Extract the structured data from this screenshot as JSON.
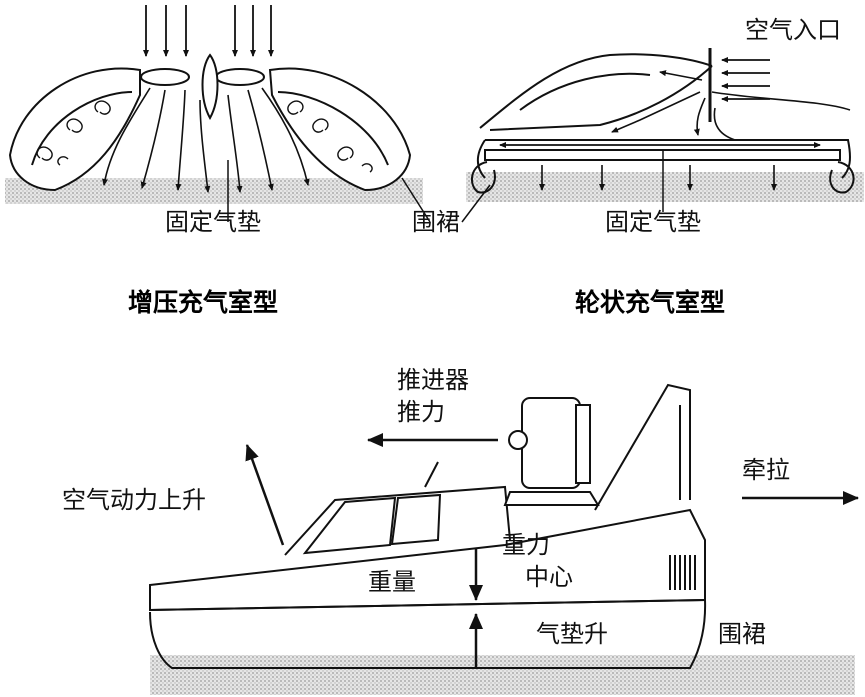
{
  "top_left": {
    "label_cushion": "固定气垫",
    "title": "增压充气室型"
  },
  "top_middle": {
    "label_skirt": "围裙"
  },
  "top_right": {
    "label_air_inlet": "空气入口",
    "label_cushion": "固定气垫",
    "title": "轮状充气室型"
  },
  "bottom": {
    "label_thrust_line1": "推进器",
    "label_thrust_line2": "推力",
    "label_lift": "空气动力上升",
    "label_tow": "牵拉",
    "label_cg_line1": "重力",
    "label_cg_line2": "中心",
    "label_weight": "重量",
    "label_cushion_lift": "气垫升",
    "label_skirt": "围裙"
  },
  "colors": {
    "ink": "#111111",
    "ground": "#cfcfcf"
  }
}
